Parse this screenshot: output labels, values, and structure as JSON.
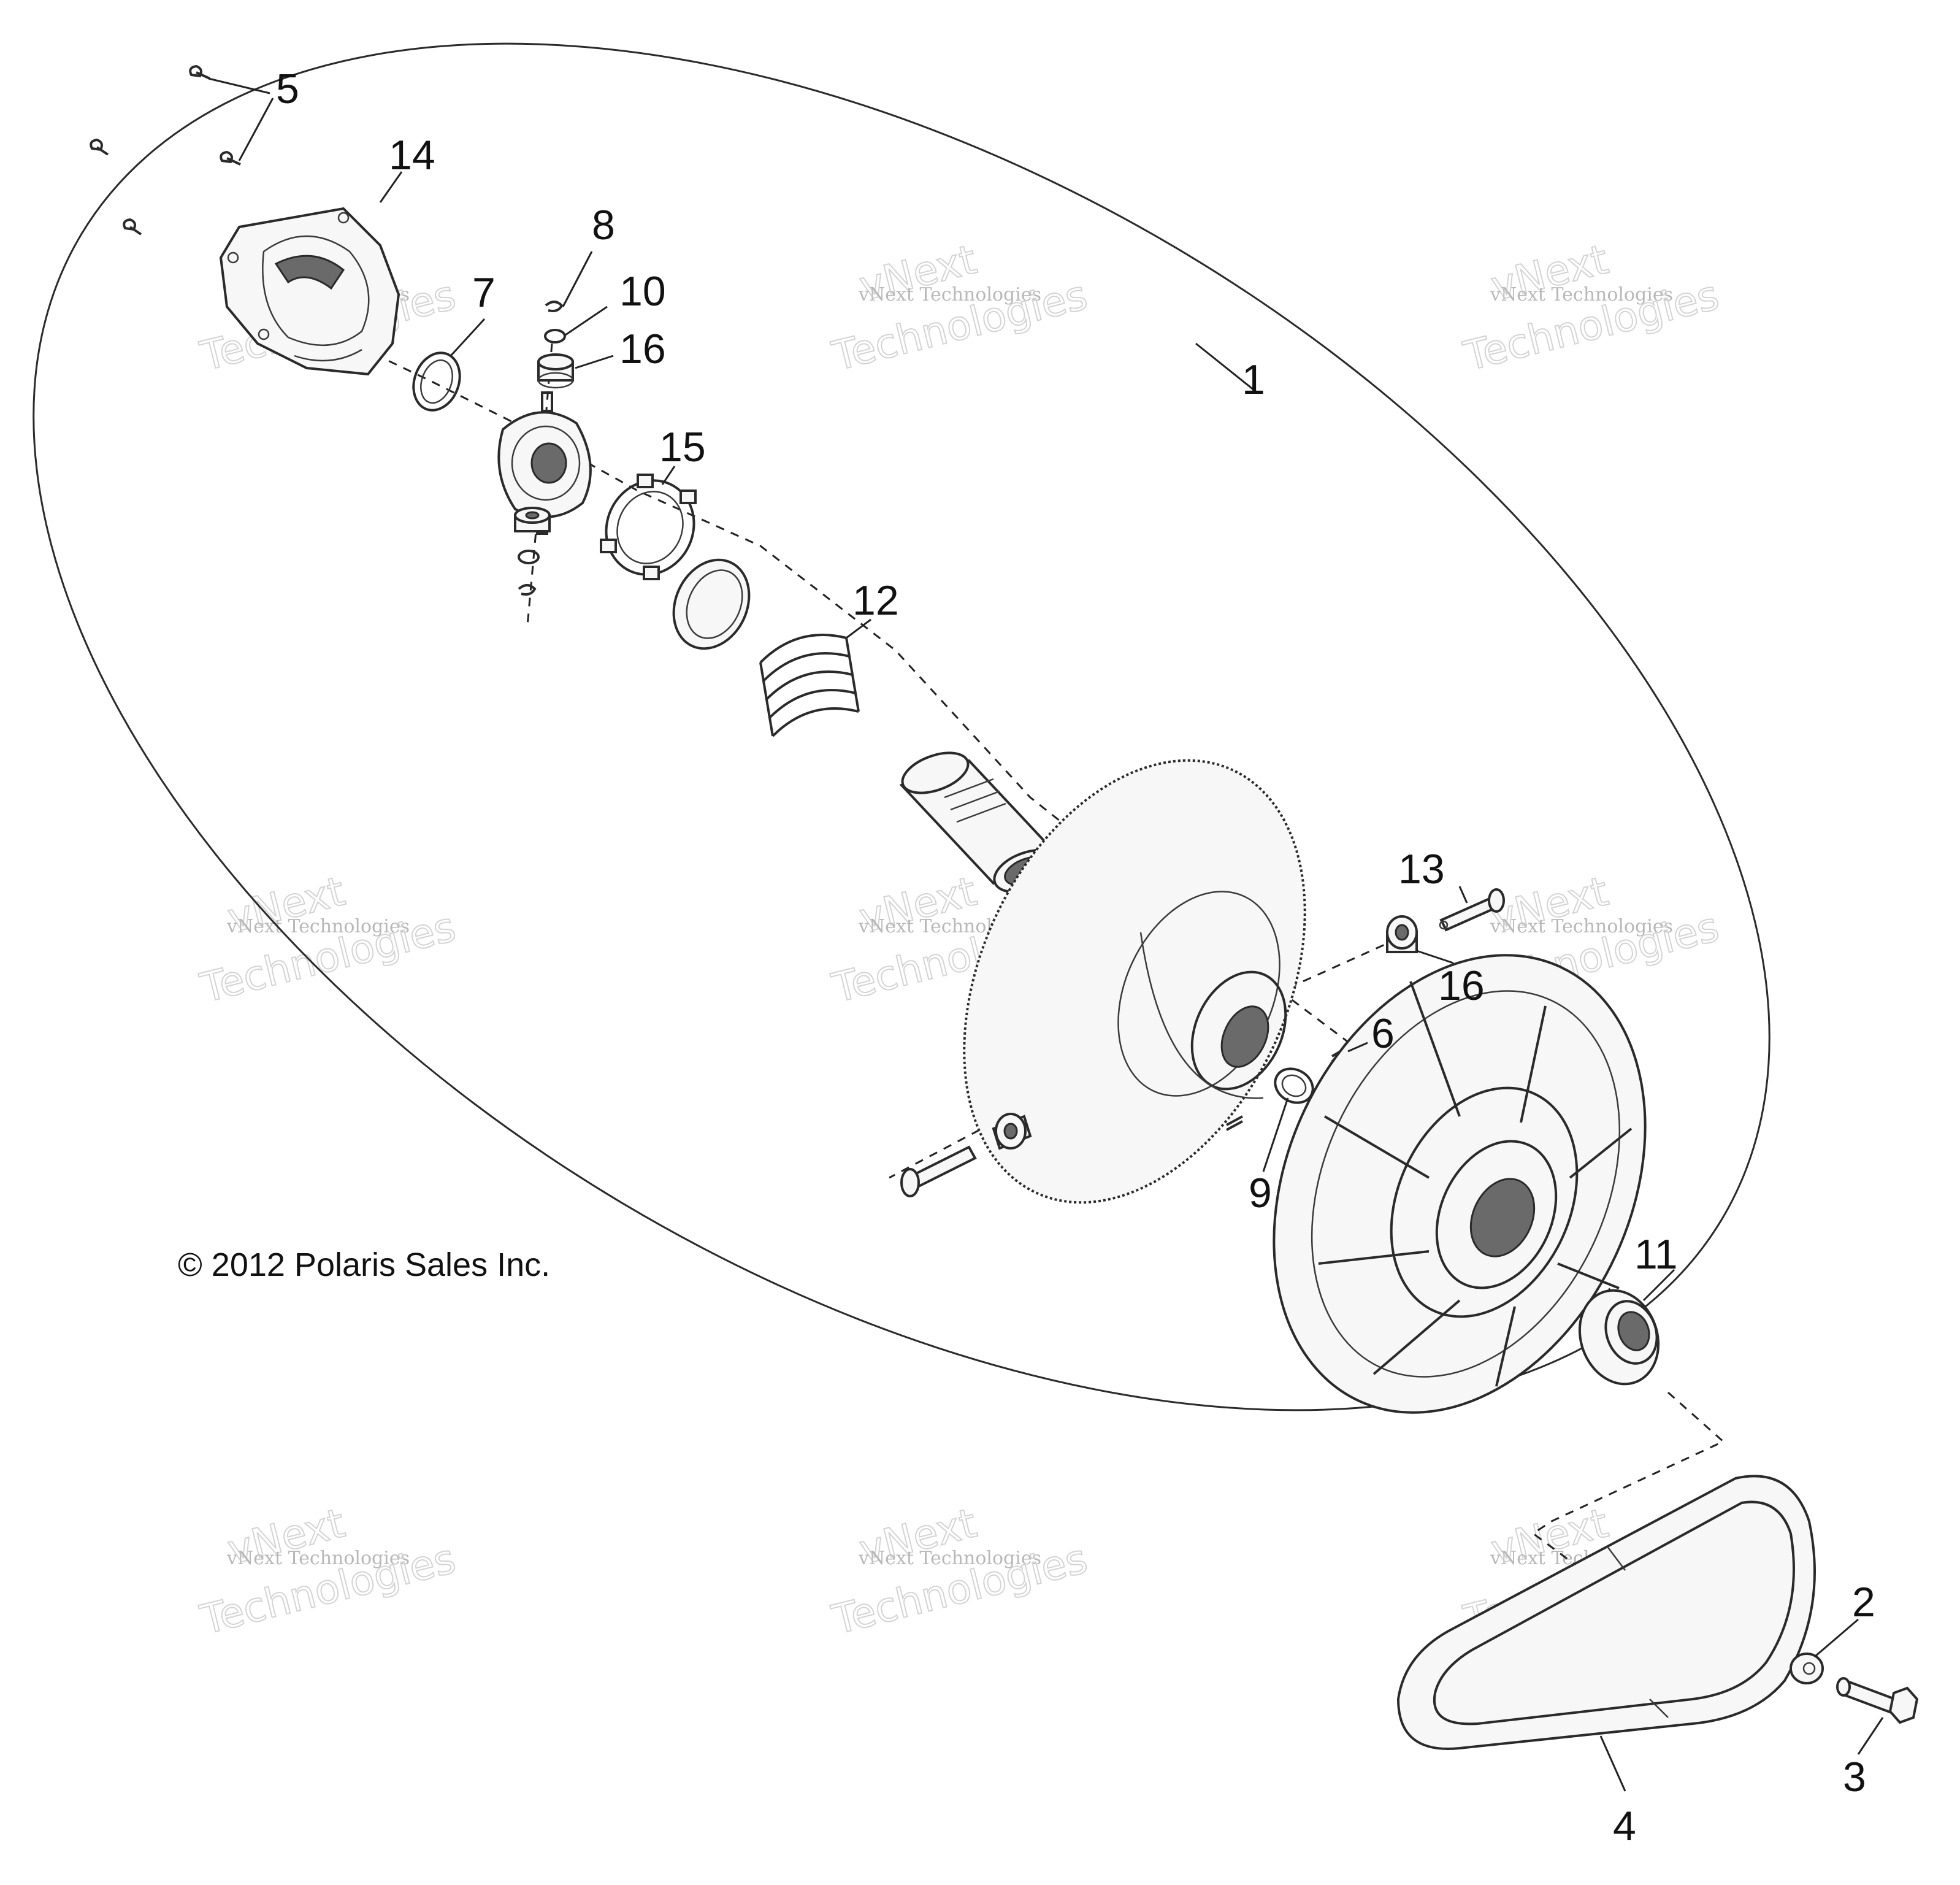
{
  "callouts": {
    "c1": "1",
    "c2": "2",
    "c3": "3",
    "c4": "4",
    "c5": "5",
    "c6": "6",
    "c7": "7",
    "c8": "8",
    "c9": "9",
    "c10": "10",
    "c11": "11",
    "c12": "12",
    "c13": "13",
    "c14": "14",
    "c15": "15",
    "c16a": "16",
    "c16b": "16"
  },
  "copyright": "© 2012 Polaris Sales Inc.",
  "watermark": {
    "line_small": "vNext Technologies",
    "word_top": "vNext",
    "word_bottom": "Technologies"
  }
}
